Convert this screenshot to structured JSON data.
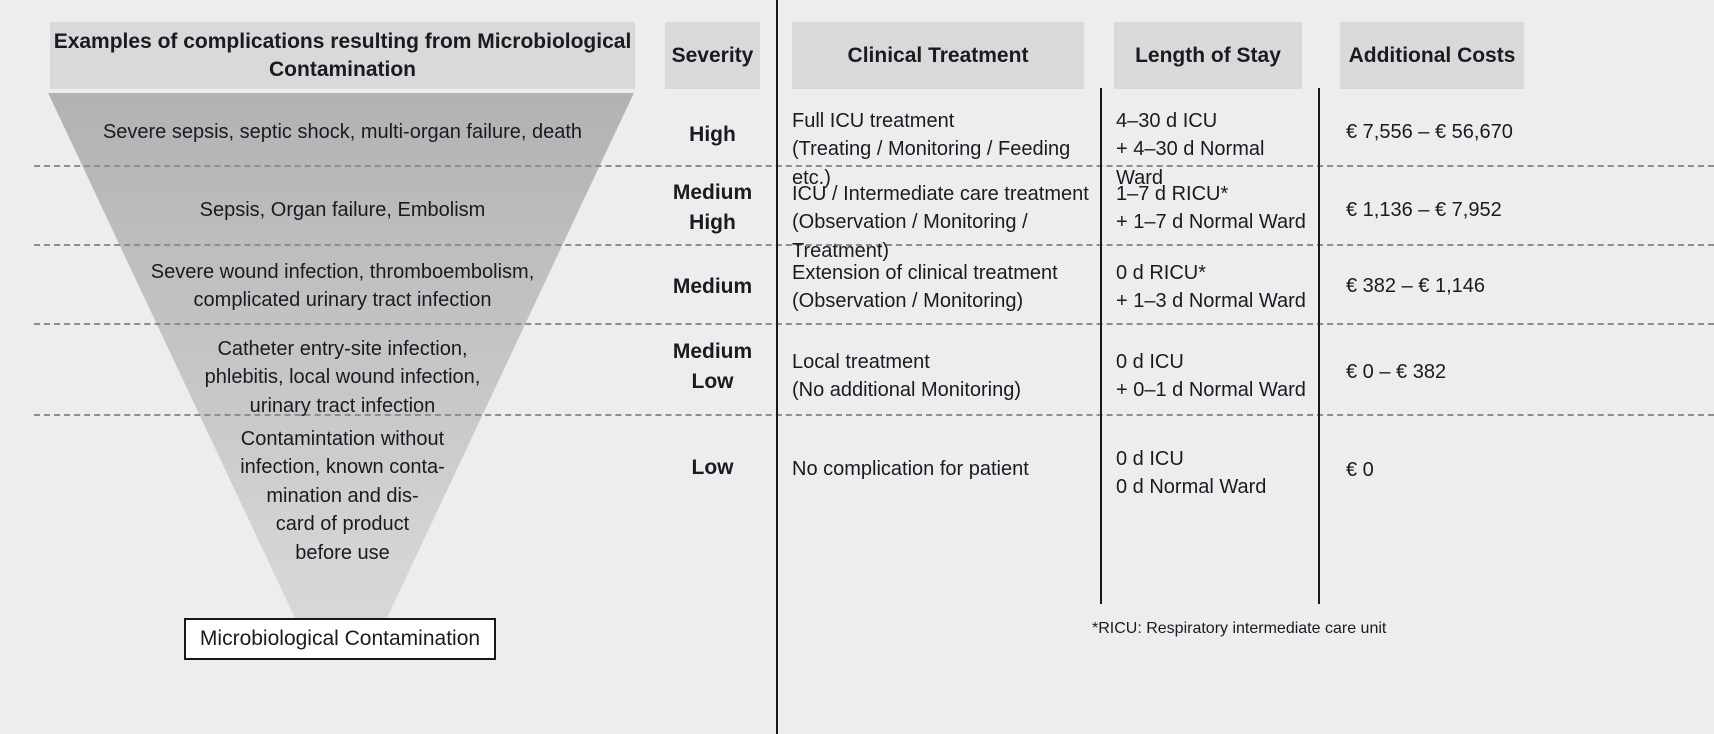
{
  "headers": {
    "complications": "Examples of complications resulting from\nMicrobiological Contamination",
    "severity": "Severity",
    "treatment": "Clinical Treatment",
    "length_of_stay": "Length of Stay",
    "additional_costs": "Additional Costs"
  },
  "rows": [
    {
      "complication": "Severe sepsis, septic shock, multi-organ failure, death",
      "severity": "High",
      "treatment": "Full ICU treatment\n(Treating / Monitoring / Feeding etc.)",
      "length_of_stay": "4–30 d ICU\n+ 4–30 d Normal Ward",
      "additional_costs": "€ 7,556 – € 56,670"
    },
    {
      "complication": "Sepsis, Organ failure, Embolism",
      "severity": "Medium\nHigh",
      "treatment": "ICU / Intermediate care treatment\n(Observation / Monitoring / Treatment)",
      "length_of_stay": "1–7 d RICU*\n+ 1–7 d Normal Ward",
      "additional_costs": "€ 1,136 – € 7,952"
    },
    {
      "complication": "Severe wound infection, thromboembolism,\ncomplicated urinary tract infection",
      "severity": "Medium",
      "treatment": "Extension of clinical treatment\n(Observation / Monitoring)",
      "length_of_stay": "0 d RICU*\n+ 1–3 d Normal Ward",
      "additional_costs": "€ 382 – € 1,146"
    },
    {
      "complication": "Catheter entry-site infection,\nphlebitis, local wound infection,\nurinary tract infection",
      "severity": "Medium\nLow",
      "treatment": "Local treatment\n(No additional Monitoring)",
      "length_of_stay": "0 d ICU\n+ 0–1 d Normal Ward",
      "additional_costs": "€ 0 – € 382"
    },
    {
      "complication": "Contamintation without\ninfection, known conta-\nmination and dis-\ncard of product\nbefore use",
      "severity": "Low",
      "treatment": "No complication for patient",
      "length_of_stay": "0 d ICU\n0 d Normal Ward",
      "additional_costs": "€ 0"
    }
  ],
  "bottom_label": "Microbiological Contamination",
  "footnote": "*RICU: Respiratory intermediate care unit",
  "colors": {
    "background": "#ededed",
    "header_box": "#d9d9d9",
    "funnel_top": "#b2b2b2",
    "funnel_bottom": "#d8d8d8",
    "rule": "#17171c",
    "dash": "#8e8e8e",
    "text": "#1a1a22"
  }
}
